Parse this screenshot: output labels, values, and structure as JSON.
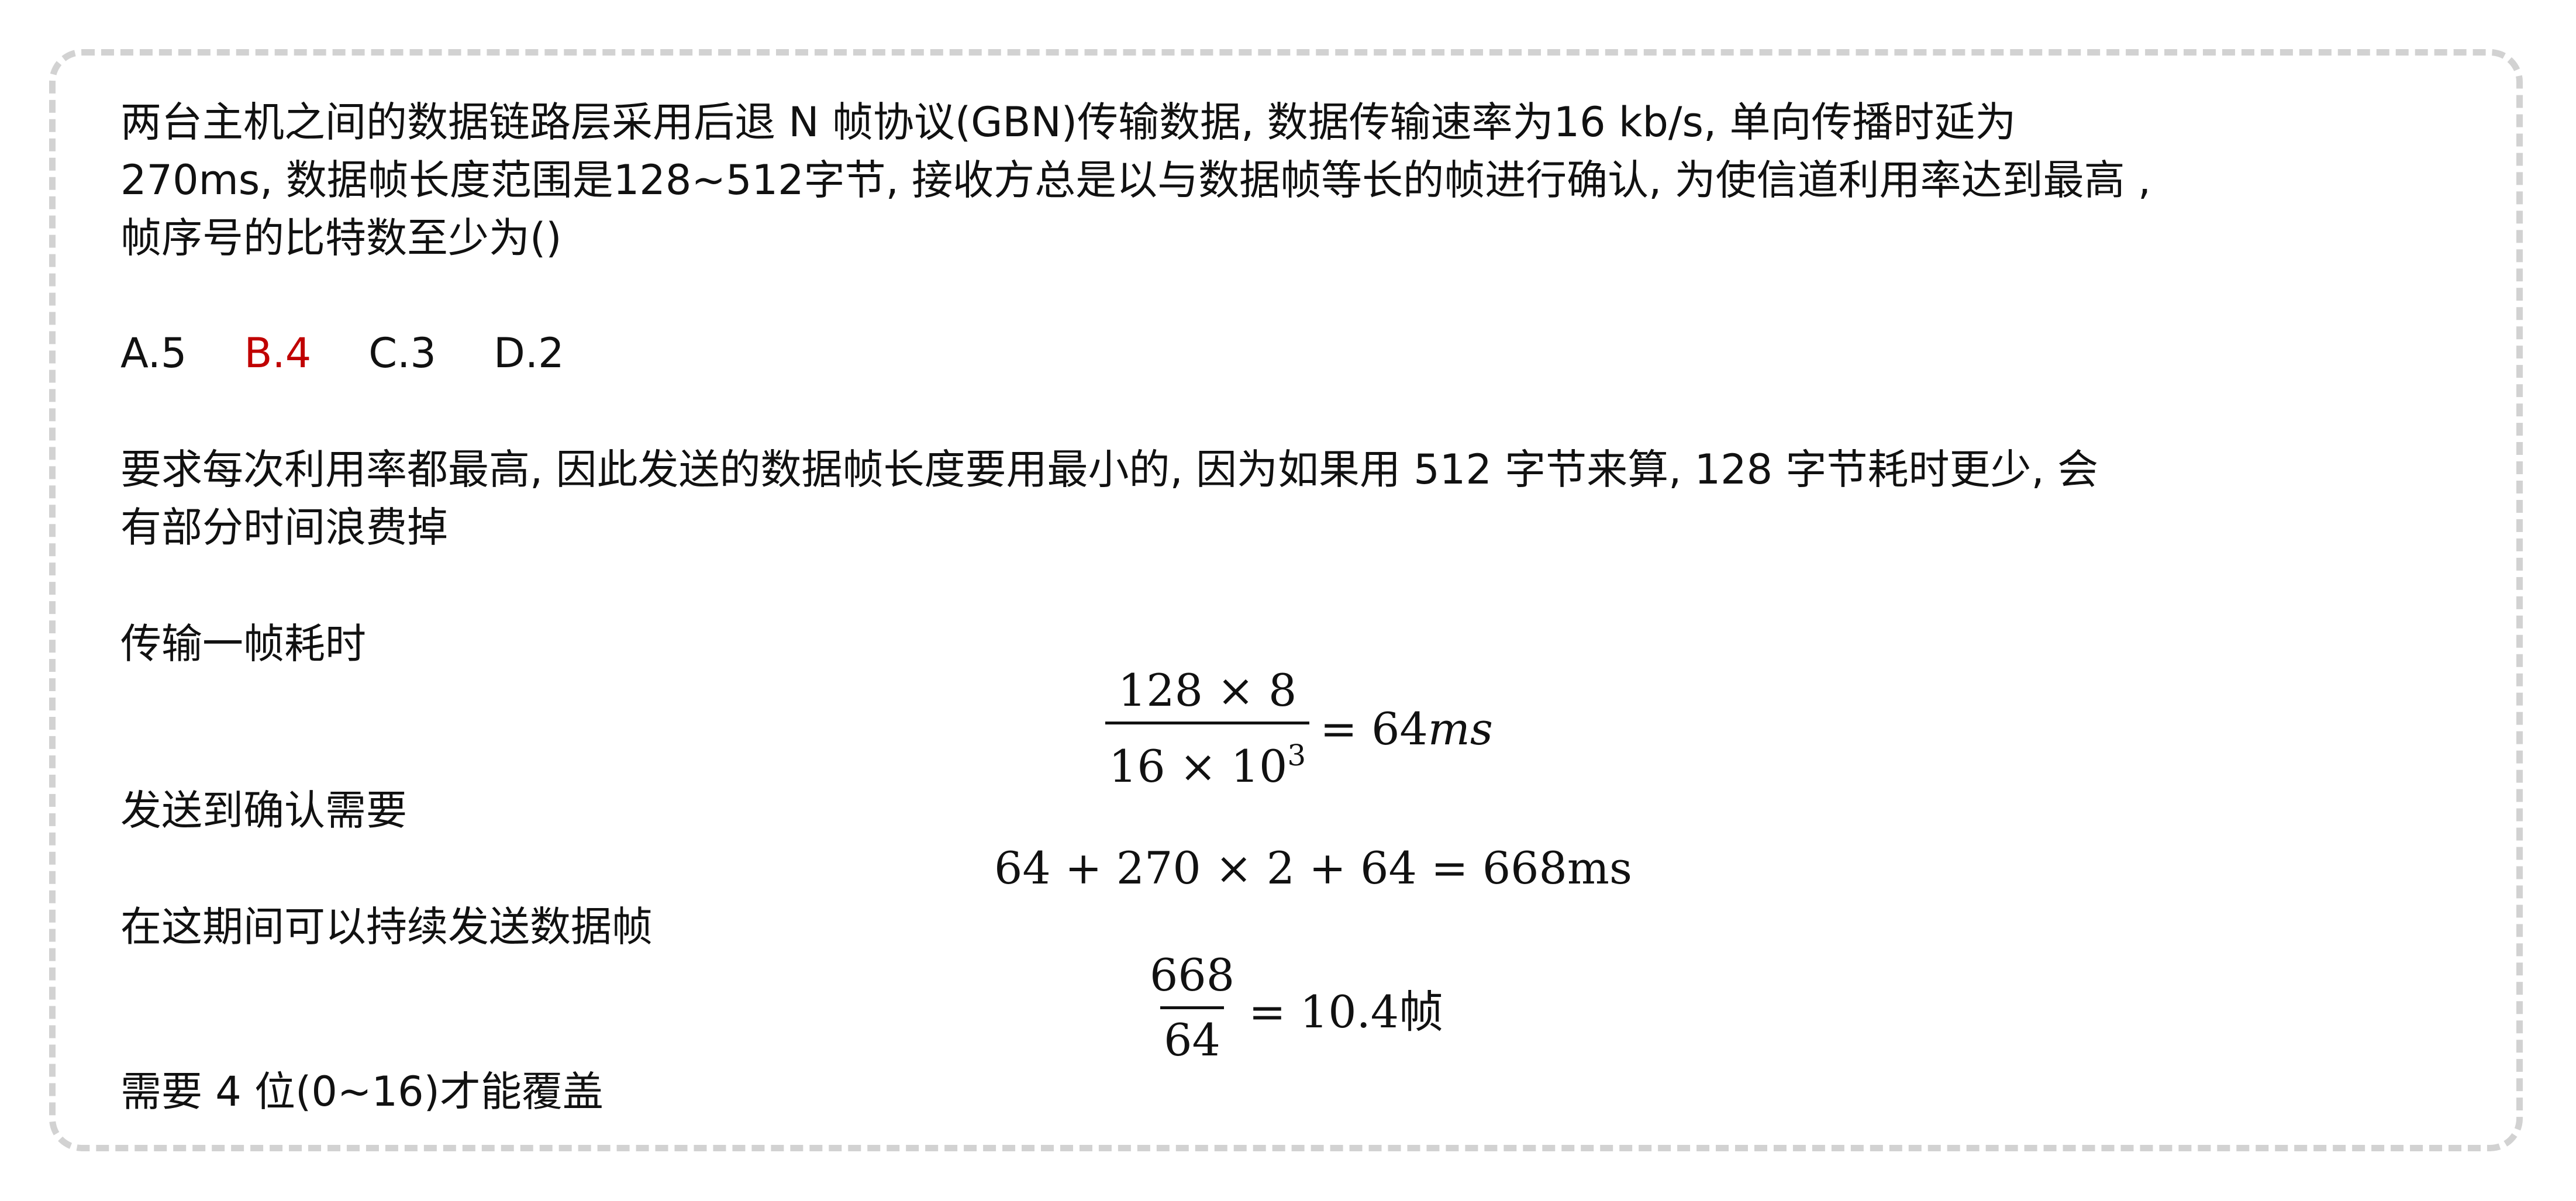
{
  "question": {
    "line1": "两台主机之间的数据链路层采用后退 N 帧协议(GBN)传输数据, 数据传输速率为16 kb/s, 单向传播时延为",
    "line2": "270ms, 数据帧长度范围是128~512字节, 接收方总是以与数据帧等长的帧进行确认, 为使信道利用率达到最高 ,",
    "line3": "帧序号的比特数至少为()"
  },
  "options": {
    "a": "A.5",
    "b": "B.4",
    "c": "C.3",
    "d": "D.2",
    "correct_color": "#c00000"
  },
  "explanation": {
    "para1_line1": "要求每次利用率都最高, 因此发送的数据帧长度要用最小的, 因为如果用 512 字节来算, 128 字节耗时更少, 会",
    "para1_line2": "有部分时间浪费掉",
    "frame_time_label": "传输一帧耗时",
    "frame_time_numerator": "128 × 8",
    "frame_time_denominator_base": "16 × 10",
    "frame_time_denominator_exp": "3",
    "frame_time_result_value": "= 64",
    "frame_time_result_unit": "ms",
    "ack_label": "发送到确认需要",
    "ack_formula": "64 + 270 × 2 + 64 = 668ms",
    "continuous_label": "在这期间可以持续发送数据帧",
    "frames_numerator": "668",
    "frames_denominator": "64",
    "frames_result": "= 10.4帧",
    "conclusion": "需要 4 位(0~16)才能覆盖"
  }
}
